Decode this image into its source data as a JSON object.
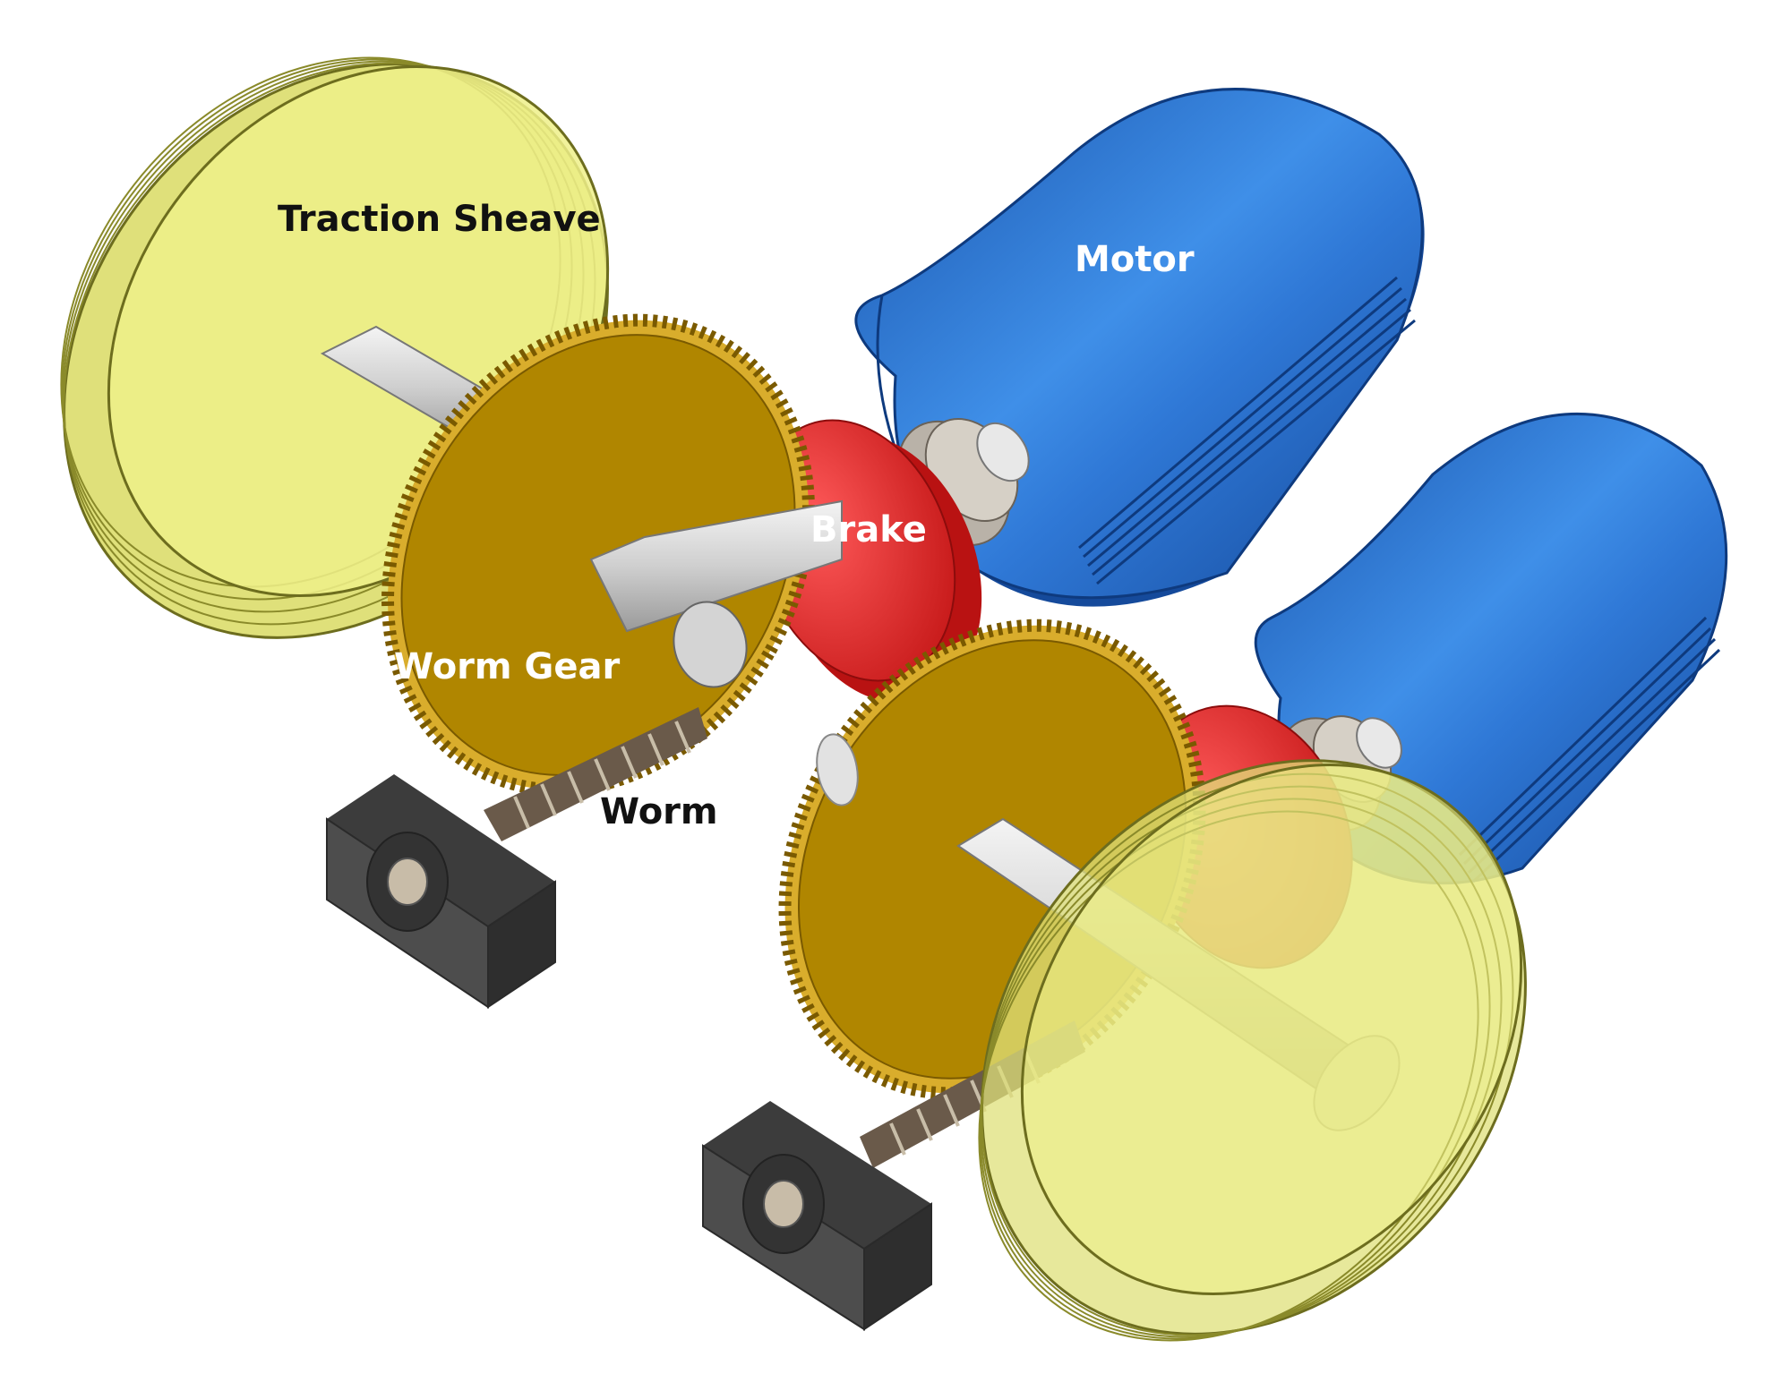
{
  "labels": {
    "traction_sheave": "Traction Sheave",
    "motor": "Motor",
    "brake": "Brake",
    "worm_gear": "Worm Gear",
    "worm": "Worm"
  },
  "colors": {
    "sheave": "#eef08a",
    "sheave_edge": "#8a8a2a",
    "motor": "#1f62c4",
    "motor_highlight": "#3f8fe8",
    "brake": "#e52a2a",
    "gear": "#b08600",
    "gear_teeth": "#d9ad2c",
    "shaft": "#d8d8d8",
    "block": "#4a4a4a",
    "label_dark": "#111111",
    "label_light": "#ffffff"
  }
}
